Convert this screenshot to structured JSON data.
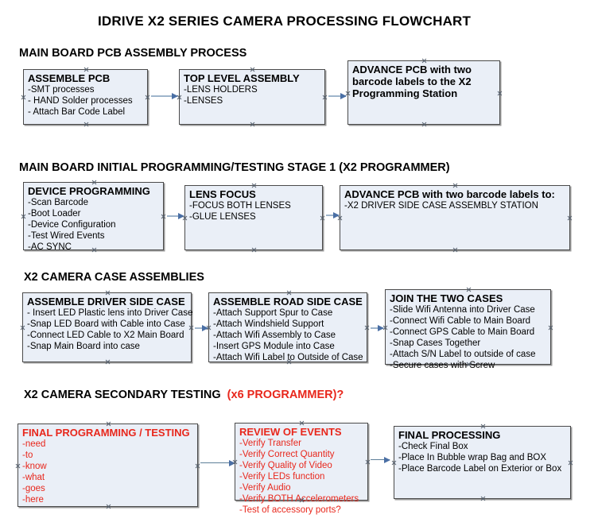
{
  "document": {
    "title": "IDRIVE X2  SERIES CAMERA PROCESSING FLOWCHART"
  },
  "colors": {
    "node_fill": "#eaeff7",
    "node_border": "#4a4a4a",
    "text": "#000000",
    "accent_red": "#e8271c",
    "arrow_line": "#9fb5cc",
    "arrow_head": "#4a6fa5"
  },
  "sections": [
    {
      "id": "main-board-pcb-assembly",
      "heading": "MAIN BOARD PCB ASSEMBLY PROCESS",
      "heading_accent": "",
      "nodes": [
        {
          "id": "assemble-pcb",
          "title": "ASSEMBLE PCB",
          "lines": [
            "-SMT processes",
            "- HAND Solder processes",
            "- Attach Bar Code Label"
          ]
        },
        {
          "id": "top-level-assembly",
          "title": "TOP LEVEL ASSEMBLY",
          "lines": [
            "-LENS HOLDERS",
            "-LENSES"
          ]
        },
        {
          "id": "advance-pcb-programming-station",
          "title": "ADVANCE PCB with two barcode labels to the  X2 Programming Station",
          "lines": []
        }
      ]
    },
    {
      "id": "main-board-initial-programming",
      "heading": "MAIN BOARD INITIAL PROGRAMMING/TESTING STAGE 1 (X2 PROGRAMMER)",
      "heading_accent": "",
      "nodes": [
        {
          "id": "device-programming",
          "title": "DEVICE PROGRAMMING",
          "lines": [
            "-Scan Barcode",
            "-Boot Loader",
            "-Device Configuration",
            "-Test Wired Events",
            "-AC SYNC"
          ]
        },
        {
          "id": "lens-focus",
          "title": "LENS FOCUS",
          "lines": [
            "-FOCUS BOTH LENSES",
            "-GLUE LENSES"
          ]
        },
        {
          "id": "advance-pcb-driver-side-case",
          "title": "ADVANCE PCB with two barcode labels to:",
          "lines": [
            "-X2 DRIVER  SIDE  CASE  ASSEMBLY STATION"
          ]
        }
      ]
    },
    {
      "id": "x2-camera-case-assemblies",
      "heading": "X2 CAMERA CASE ASSEMBLIES",
      "heading_accent": "",
      "nodes": [
        {
          "id": "assemble-driver-side-case",
          "title": "ASSEMBLE DRIVER SIDE CASE",
          "lines": [
            "- Insert LED Plastic lens into Driver Case",
            "-Snap LED Board with Cable into Case",
            "-Connect LED Cable to X2 Main Board",
            "-Snap Main Board into case"
          ]
        },
        {
          "id": "assemble-road-side-case",
          "title": "ASSEMBLE ROAD SIDE CASE",
          "lines": [
            "-Attach Support Spur to Case",
            "-Attach Windshield Support",
            "-Attach Wifi Assembly to Case",
            "-Insert GPS Module into Case",
            "-Attach Wifi Label to Outside of Case"
          ]
        },
        {
          "id": "join-the-two-cases",
          "title": "JOIN THE TWO CASES",
          "lines": [
            "-Slide Wifi Antenna into Driver Case",
            "-Connect Wifi Cable to Main Board",
            "-Connect GPS Cable to Main Board",
            "-Snap Cases Together",
            "-Attach S/N Label to outside of case",
            "-Secure cases with Screw"
          ]
        }
      ]
    },
    {
      "id": "x2-camera-secondary-testing",
      "heading": "X2 CAMERA SECONDARY TESTING",
      "heading_accent": "(x6 PROGRAMMER)?",
      "nodes": [
        {
          "id": "final-programming-testing",
          "title": "FINAL PROGRAMMING / TESTING",
          "lines": [
            "-need",
            "-to",
            "-know",
            "-what",
            "-goes",
            "-here"
          ]
        },
        {
          "id": "review-of-events",
          "title": "REVIEW OF EVENTS",
          "lines": [
            "-Verify Transfer",
            "-Verify Correct Quantity",
            "-Verify Quality of Video",
            "-Verify LEDs function",
            "-Verify Audio",
            "-Verify BOTH Accelerometers",
            "-Test of accessory ports?"
          ]
        },
        {
          "id": "final-processing",
          "title": "FINAL PROCESSING",
          "lines": [
            " -Check Final Box",
            "-Place In Bubble wrap Bag and BOX",
            "-Place Barcode Label on Exterior or Box"
          ]
        }
      ]
    }
  ]
}
